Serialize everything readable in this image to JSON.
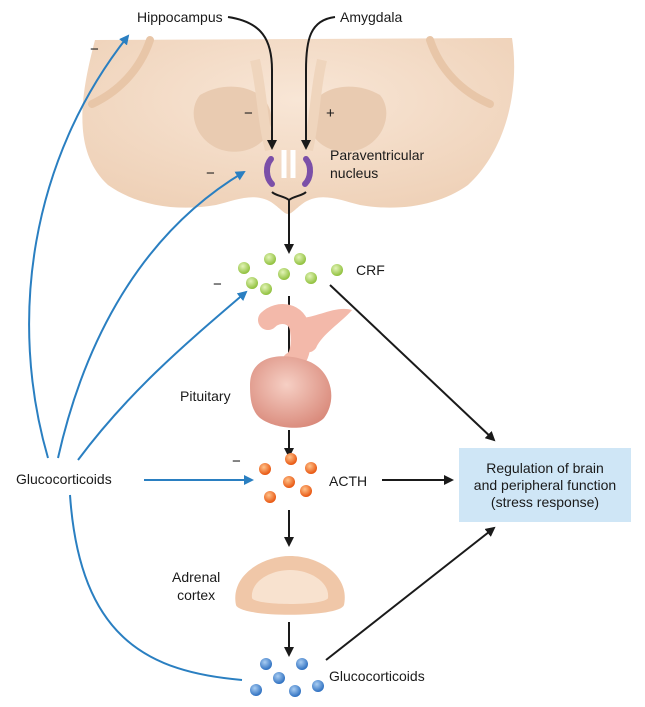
{
  "labels": {
    "hippocampus": "Hippocampus",
    "amygdala": "Amygdala",
    "pvn": "Paraventricular\nnucleus",
    "crf": "CRF",
    "pituitary": "Pituitary",
    "acth": "ACTH",
    "adrenal_cortex": "Adrenal\ncortex",
    "glucocorticoids_left": "Glucocorticoids",
    "glucocorticoids_bottom": "Glucocorticoids",
    "regulation": "Regulation of brain\nand peripheral function\n(stress response)"
  },
  "signs": {
    "hippocampus_feedback": "−",
    "hippocampus_input": "−",
    "amygdala_input": "+",
    "pvn_feedback": "−",
    "crf_feedback": "−",
    "acth_feedback": "−"
  },
  "colors": {
    "feedback_arrow": "#2a7fc1",
    "pathway_arrow": "#1a1a1a",
    "crf_dots": "#9ccc4a",
    "acth_dots": "#f26a1f",
    "glucocorticoid_dots": "#3f82cf",
    "pvn": "#7b4fa8",
    "brain_tissue": "#f3dcc8",
    "pituitary": "#e9aa9c",
    "adrenal": "#f4d2b8",
    "regulation_box": "#cfe6f6"
  }
}
